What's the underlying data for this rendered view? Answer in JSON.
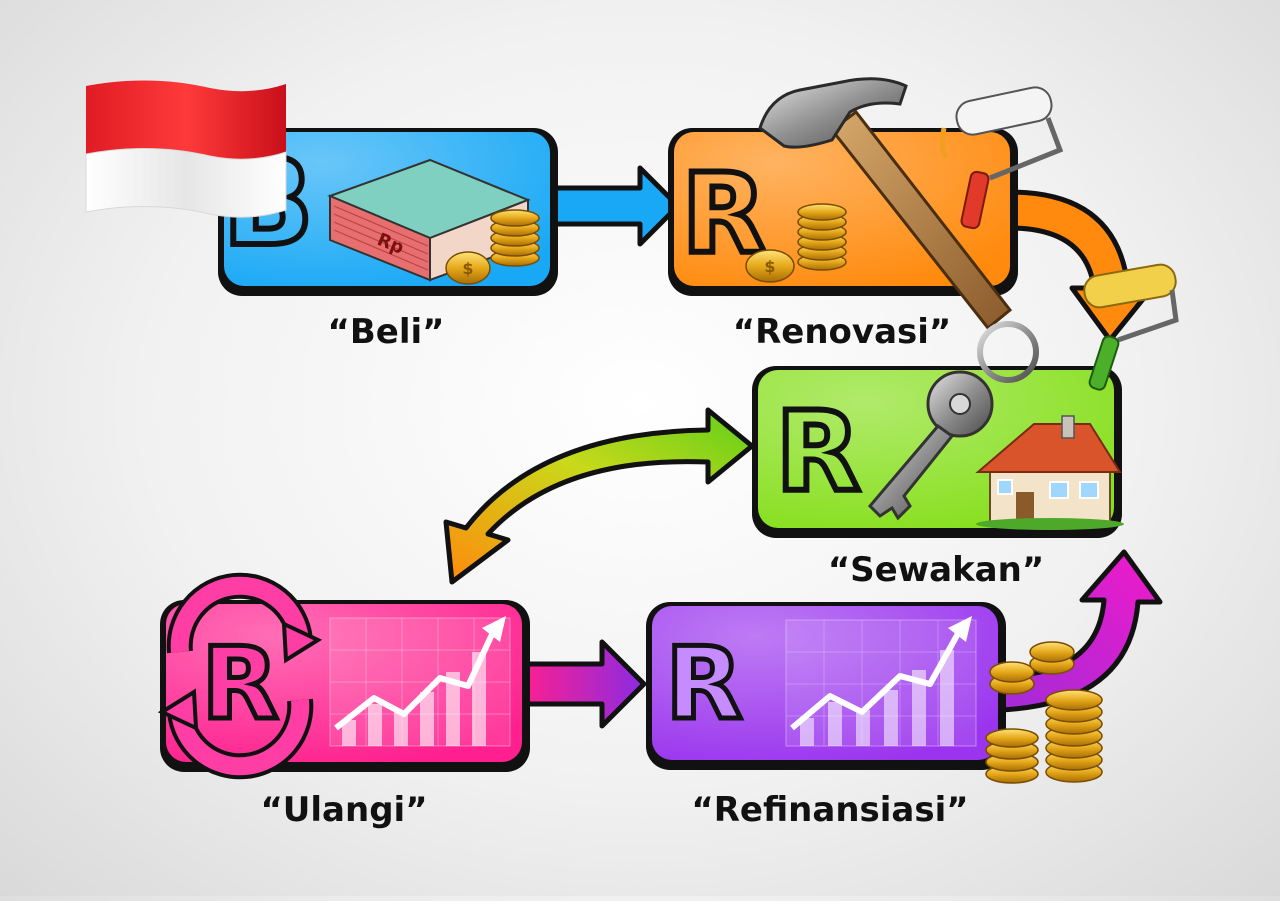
{
  "steps": [
    {
      "letter": "B",
      "label": "“Beli”",
      "color": "#18a8f5"
    },
    {
      "letter": "R",
      "label": "“Renovasi”",
      "color": "#ff8a0d"
    },
    {
      "letter": "R",
      "label": "“Sewakan”",
      "color": "#86df1c"
    },
    {
      "letter": "R",
      "label": "“Refinansiasi”",
      "color": "#9a34ee"
    },
    {
      "letter": "R",
      "label": "“Ulangi”",
      "color": "#ff1f8e"
    }
  ],
  "banknote_text": "Rp"
}
